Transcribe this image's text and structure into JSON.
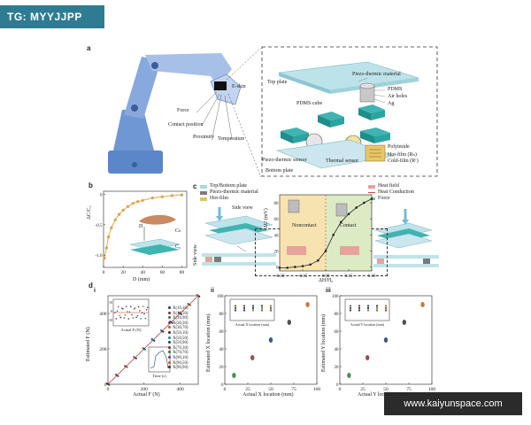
{
  "watermark": {
    "top_left": "TG: MYYJJPP",
    "bottom_right": "www.kaiyunspace.com"
  },
  "panel_labels": {
    "a": "a",
    "b": "b",
    "c": "c",
    "d": "d",
    "di": "i",
    "dii": "ii",
    "diii": "iii"
  },
  "panel_a": {
    "eskin": "E-skin",
    "callouts": [
      "Force",
      "Contact position",
      "Proximity",
      "Temperature"
    ],
    "layers": [
      "Top plate",
      "Piezo-thermic material",
      "PDMS",
      "Air holes",
      "Ag",
      "PDMS cube",
      "Polyimide",
      "Hot-film (Rₕ)",
      "Cold-film (Rᶜ)",
      "Piezo-thermic sensor",
      "Thermal sensor",
      "Bottom plate"
    ]
  },
  "panel_b": {
    "ylabel": "ΔC/C₀",
    "xlabel": "D (mm)",
    "xticks": [
      "0",
      "20",
      "40",
      "60",
      "80"
    ],
    "yticks": [
      "0",
      "-0.5",
      "-1.0"
    ],
    "annot": {
      "d": "D",
      "ch": "Cₕ",
      "co": "C₀"
    }
  },
  "panel_c": {
    "legend_left": [
      "Top/Bottom plate",
      "Piezo-thermic material",
      "Hot-film"
    ],
    "legend_right": [
      "Heat field",
      "Heat Conduction",
      "Force"
    ],
    "side_view": "Side view",
    "regions": [
      "Noncontact",
      "Contact"
    ],
    "ylabel": "ΔU (mV)",
    "xlabel": "ΔH/H₀",
    "yticks": [
      "0",
      "20",
      "40",
      "60",
      "80"
    ],
    "xticks": [
      "-0.30",
      "-0.15",
      "0.00",
      "0.15",
      "0.30"
    ]
  },
  "panel_d": {
    "i": {
      "ylabel": "Estimated F (N)",
      "xlabel": "Actual F (N)",
      "xticks": [
        "0",
        "200",
        "400"
      ],
      "yticks": [
        "0",
        "200",
        "400"
      ],
      "legend": [
        "X(10,10)",
        "X(10,50)",
        "X(10,90)",
        "X(30,30)",
        "X(30,70)",
        "X(50,10)",
        "X(50,50)",
        "X(50,90)",
        "X(70,30)",
        "X(70,70)",
        "X(90,10)",
        "X(90,50)",
        "X(90,90)"
      ],
      "inset1": {
        "ylabel": "Error (N)",
        "xlabel": "Actual F (N)",
        "yticks": [
          "10",
          "0",
          "-10"
        ]
      },
      "inset2": {
        "ylabel": "Estimated F (N)",
        "xlabel": "Time (s)"
      }
    },
    "ii": {
      "ylabel": "Estimated X location (mm)",
      "xlabel": "Actual X location (mm)",
      "xticks": [
        "0",
        "25",
        "50",
        "75",
        "100"
      ],
      "yticks": [
        "0",
        "20",
        "40",
        "60",
        "80",
        "100"
      ],
      "inset": {
        "ylabel": "Error (mm)",
        "xlabel": "Actual X location (mm)"
      }
    },
    "iii": {
      "ylabel": "Estimated Y location (mm)",
      "xlabel": "Actual Y location (mm)",
      "xticks": [
        "0",
        "25",
        "50",
        "75",
        "100"
      ],
      "yticks": [
        "0",
        "20",
        "40",
        "60",
        "80",
        "100"
      ],
      "inset": {
        "ylabel": "Error (mm)",
        "xlabel": "Actual Y location (mm)"
      }
    }
  },
  "chart_data": [
    {
      "type": "scatter",
      "title": "",
      "xlabel": "D (mm)",
      "ylabel": "ΔC/C₀",
      "xlim": [
        0,
        85
      ],
      "ylim": [
        -1.2,
        0.05
      ],
      "series": [
        {
          "values": []
        }
      ],
      "x": [
        1,
        3,
        5,
        8,
        12,
        16,
        20,
        25,
        30,
        35,
        40,
        50,
        60,
        70,
        80
      ],
      "y": [
        -1.05,
        -0.88,
        -0.7,
        -0.55,
        -0.42,
        -0.33,
        -0.26,
        -0.2,
        -0.15,
        -0.12,
        -0.1,
        -0.06,
        -0.04,
        -0.02,
        -0.01
      ]
    },
    {
      "type": "line",
      "title": "",
      "xlabel": "ΔH/H₀",
      "ylabel": "ΔU (mV)",
      "xlim": [
        -0.3,
        0.3
      ],
      "ylim": [
        -5,
        90
      ],
      "x": [
        -0.3,
        -0.25,
        -0.2,
        -0.15,
        -0.1,
        -0.05,
        0.0,
        0.05,
        0.1,
        0.15,
        0.2,
        0.25,
        0.3
      ],
      "y": [
        -1,
        -1,
        0,
        1,
        3,
        8,
        20,
        40,
        56,
        66,
        74,
        80,
        85
      ]
    },
    {
      "type": "scatter",
      "title": "",
      "xlabel": "Actual F (N)",
      "ylabel": "Estimated F (N)",
      "xlim": [
        0,
        500
      ],
      "ylim": [
        0,
        500
      ],
      "x": [
        0,
        50,
        100,
        150,
        200,
        250,
        300,
        350,
        400,
        450,
        500
      ],
      "y": [
        0,
        50,
        100,
        150,
        200,
        250,
        300,
        350,
        400,
        450,
        500
      ]
    },
    {
      "type": "scatter",
      "title": "",
      "xlabel": "Actual X location (mm)",
      "ylabel": "Estimated X location (mm)",
      "xlim": [
        0,
        100
      ],
      "ylim": [
        0,
        100
      ],
      "x": [
        10,
        30,
        50,
        70,
        90
      ],
      "y": [
        10,
        30,
        50,
        70,
        90
      ]
    },
    {
      "type": "scatter",
      "title": "",
      "xlabel": "Actual Y location (mm)",
      "ylabel": "Estimated Y location (mm)",
      "xlim": [
        0,
        100
      ],
      "ylim": [
        0,
        100
      ],
      "x": [
        10,
        30,
        50,
        70,
        90
      ],
      "y": [
        10,
        30,
        50,
        70,
        90
      ]
    }
  ]
}
